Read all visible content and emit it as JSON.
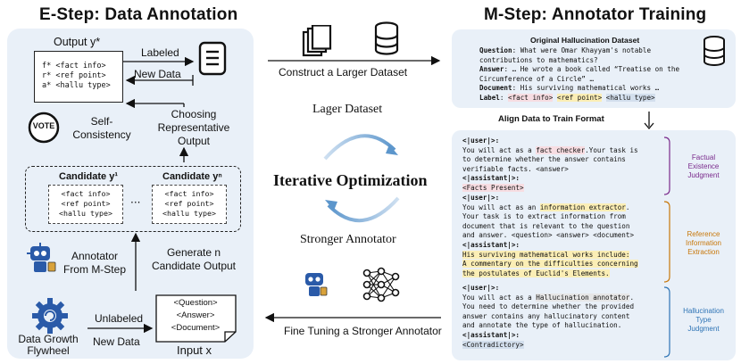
{
  "left": {
    "title": "E-Step: Data Annotation",
    "output_label": "Output y*",
    "output_lines": [
      "f* <fact info>",
      "r* <ref point>",
      "a* <hallu type>"
    ],
    "labeled": "Labeled",
    "new_data_top": "New Data",
    "vote_text": "VOTE",
    "self_consistency": [
      "Self-",
      "Consistency"
    ],
    "choosing": [
      "Choosing",
      "Representative",
      "Output"
    ],
    "candidate_1": "Candidate y¹",
    "candidate_n": "Candidate yⁿ",
    "candidate_lines": [
      "<fact info>",
      "<ref point>",
      "<hallu type>"
    ],
    "ellipsis": "···",
    "annotator_from": [
      "Annotator",
      "From M-Step"
    ],
    "generate_n": [
      "Generate n",
      "Candidate Output"
    ],
    "input_lines": [
      "<Question>",
      "<Answer>",
      "<Document>"
    ],
    "input_label": "Input x",
    "unlabeled": "Unlabeled",
    "new_data_bottom": "New Data",
    "flywheel": [
      "Data Growth",
      "Flywheel"
    ]
  },
  "middle": {
    "construct": "Construct a Larger Dataset",
    "lager": "Lager Dataset",
    "iterative": "Iterative Optimization",
    "stronger": "Stronger Annotator",
    "fine_tuning": "Fine Tuning a Stronger Annotator"
  },
  "right": {
    "title": "M-Step: Annotator Training",
    "dataset_title": "Original Hallucination Dataset",
    "q_label": "Question",
    "q_text": ": What were Omar Khayyam's notable",
    "q_text2": "contributions to mathematics?",
    "a_label": "Answer",
    "a_text": ": … He wrote a book called “Treatise on the",
    "a_text2": "Circumference of a Circle” …",
    "d_label": "Document",
    "d_text": ": His surviving mathematical works …",
    "l_label": "Label",
    "l_tags": [
      "<fact info>",
      "<ref point>",
      "<hallu type>"
    ],
    "align": "Align Data to Train Format",
    "user_tag": "<|user|>:",
    "assistant_tag": "<|assistant|>:",
    "b1_l1a": "You will act as a ",
    "b1_l1b": "fact checker",
    "b1_l1c": ".Your task is",
    "b1_l2": "to determine whether the answer contains",
    "b1_l3": "verifiable facts. <answer>",
    "b1_ans": "<Facts Present>",
    "b2_l1a": "You will act as an ",
    "b2_l1b": "information extractor",
    "b2_l1c": ".",
    "b2_l2": "Your task is to extract information from",
    "b2_l3": "document that is relevant to the question",
    "b2_l4": "and answer. <question> <answer> <document>",
    "b2_ans": [
      "His surviving mathematical works include:",
      "A commentary on the difficulties concerning",
      "the postulates of Euclid's Elements."
    ],
    "b3_l1a": "You will act as a ",
    "b3_l1b": "Hallucination annotator",
    "b3_l1c": ".",
    "b3_l2": "You need to determine whether the provided",
    "b3_l3": "answer contains any hallucinatory content",
    "b3_l4": "and annotate the type of hallucination.",
    "b3_ans": "<Contradictory>",
    "side1": [
      "Factual",
      "Existence",
      "Judgment"
    ],
    "side2": [
      "Reference",
      "Information",
      "Extraction"
    ],
    "side3": [
      "Hallucination",
      "Type",
      "Judgment"
    ]
  },
  "colors": {
    "panel": "#e9f0f8",
    "purple": "#7a2a8c",
    "orange": "#c8770a",
    "blue": "#2d73b5",
    "pink_highlight": "#f7dde2",
    "yellow_highlight": "#fbeeb5",
    "blue_highlight": "#d3dfed"
  }
}
